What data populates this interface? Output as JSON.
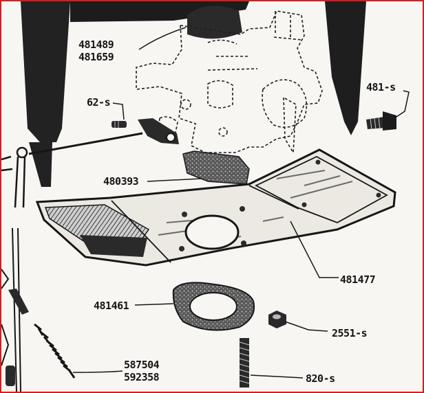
{
  "diagram": {
    "labels": {
      "p481489": "481489",
      "p481659": "481659",
      "p62_s": "62-s",
      "p481_s": "481-s",
      "p480393": "480393",
      "p481477": "481477",
      "p481461": "481461",
      "p2551_s": "2551-s",
      "p587504": "587504",
      "p592358": "592358",
      "p820_s": "820-s"
    },
    "colors": {
      "ink": "#161616",
      "paper": "#f7f6f2",
      "border": "#e01818"
    }
  }
}
